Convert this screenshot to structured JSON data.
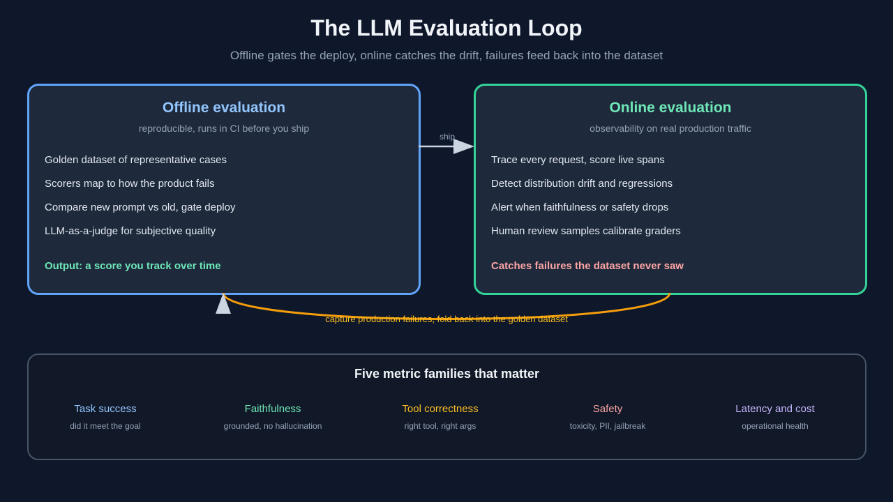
{
  "title": "The LLM Evaluation Loop",
  "subtitle": "Offline gates the deploy, online catches the drift, failures feed back into the dataset",
  "offline": {
    "title": "Offline evaluation",
    "subtitle": "reproducible, runs in CI before you ship",
    "items": [
      "Golden dataset of representative cases",
      "Scorers map to how the product fails",
      "Compare new prompt vs old, gate deploy",
      "LLM-as-a-judge for subjective quality"
    ],
    "output": "Output: a score you track over time",
    "color": "#60a5fa"
  },
  "online": {
    "title": "Online evaluation",
    "subtitle": "observability on real production traffic",
    "items": [
      "Trace every request, score live spans",
      "Detect distribution drift and regressions",
      "Alert when faithfulness or safety drops",
      "Human review samples calibrate graders"
    ],
    "output": "Catches failures the dataset never saw",
    "color": "#34d399"
  },
  "ship_label": "ship",
  "feedback_label": "capture production failures, fold back into the golden dataset",
  "feedback_color": "#f59e0b",
  "metrics": {
    "title": "Five metric families that matter",
    "items": [
      {
        "name": "Task success",
        "desc": "did it meet the goal",
        "color": "#93c5fd"
      },
      {
        "name": "Faithfulness",
        "desc": "grounded, no hallucination",
        "color": "#6ee7b7"
      },
      {
        "name": "Tool correctness",
        "desc": "right tool, right args",
        "color": "#fbbf24"
      },
      {
        "name": "Safety",
        "desc": "toxicity, PII, jailbreak",
        "color": "#fca5a5"
      },
      {
        "name": "Latency and cost",
        "desc": "operational health",
        "color": "#c4b5fd"
      }
    ]
  }
}
